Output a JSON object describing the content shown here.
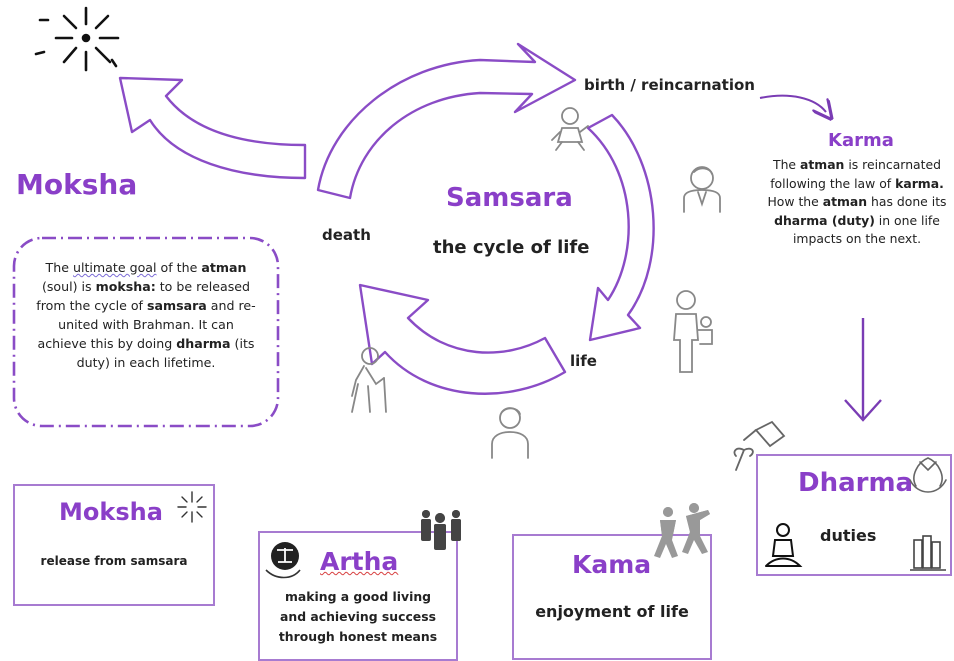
{
  "cycle": {
    "title": "Samsara",
    "subtitle": "the cycle of life",
    "label_birth": "birth / reincarnation",
    "label_death": "death",
    "label_life": "life"
  },
  "moksha_heading": "Moksha",
  "moksha_explanation": {
    "part1": "The ",
    "goal_text": "ultimate goal",
    "part2": " of the ",
    "atman": "atman",
    "part3": " (soul) is ",
    "moksha": "moksha:",
    "part4": " to be released from the cycle of ",
    "samsara": "samsara",
    "part5": " and re-united with Brahman. It can achieve this by doing ",
    "dharma": "dharma",
    "part6": " (its duty) in each lifetime."
  },
  "karma": {
    "title": "Karma",
    "part1": "The ",
    "atman1": "atman",
    "part2": " is reincarnated following the law of ",
    "karma_word": "karma.",
    "part3": " How the ",
    "atman2": "atman",
    "part4": " has done its ",
    "dharma_duty": "dharma (duty)",
    "part5": " in one life impacts on the next."
  },
  "cards": {
    "moksha": {
      "title": "Moksha",
      "text": "release from samsara"
    },
    "artha": {
      "title": "Artha",
      "line1": "making a good living",
      "line2": "and achieving success",
      "line3": "through honest means"
    },
    "kama": {
      "title": "Kama",
      "text": "enjoyment of life"
    },
    "dharma": {
      "title": "Dharma",
      "text": "duties"
    }
  },
  "icons": [
    "sparkle-burst-icon",
    "baby-icon",
    "young-man-icon",
    "parent-with-child-icon",
    "adult-person-icon",
    "elderly-with-cane-icon",
    "watering-can-icon",
    "praying-hands-icon",
    "scales-icon",
    "business-people-icon",
    "dancers-icon",
    "meditation-icon",
    "books-icon"
  ],
  "colors": {
    "accent": "#8a3fc8",
    "border": "#a77bd1"
  }
}
